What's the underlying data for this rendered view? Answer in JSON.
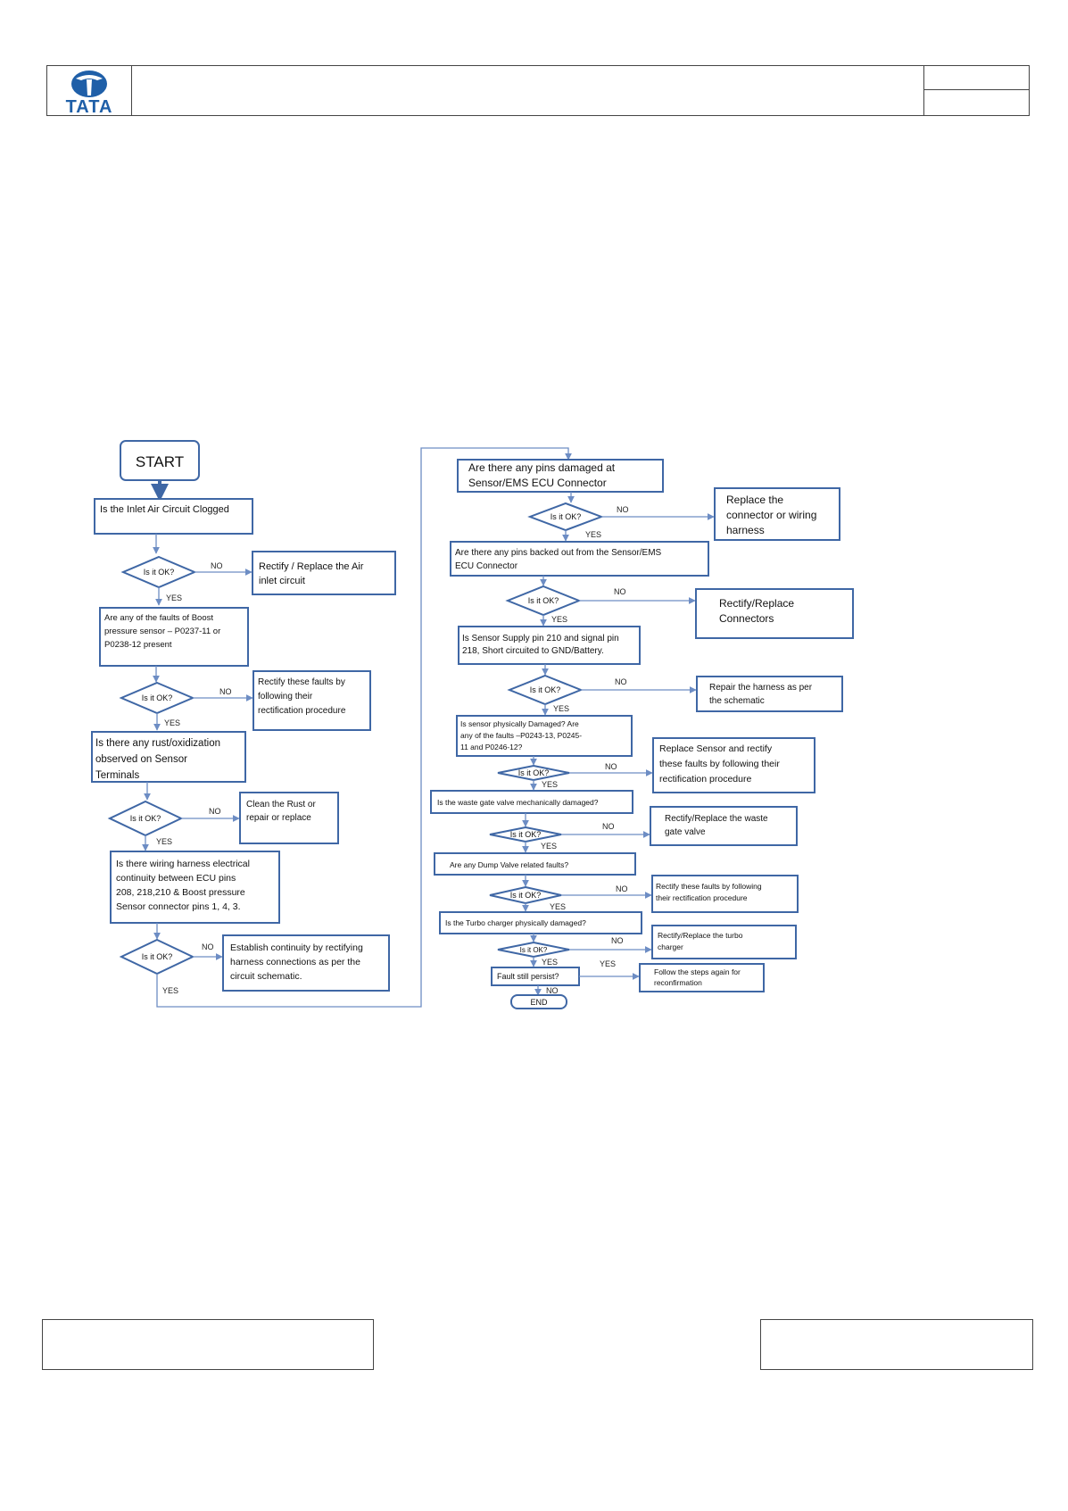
{
  "header": {
    "logo_text": "TATA"
  },
  "flow": {
    "start": "START",
    "end": "END",
    "yes": "YES",
    "no": "NO",
    "ok_question": "Is it OK?",
    "left": {
      "q1": [
        "Is the Inlet Air Circuit Clogged"
      ],
      "r1": [
        "Rectify / Replace the Air",
        "inlet circuit"
      ],
      "q2": [
        "Are any of the faults of Boost",
        "pressure sensor – P0237-11 or",
        "P0238-12 present"
      ],
      "r2": [
        "Rectify these faults by",
        "following their",
        "rectification procedure"
      ],
      "q3": [
        "Is there any rust/oxidization",
        "observed on Sensor",
        "Terminals"
      ],
      "r3": [
        "Clean the Rust or",
        "repair or replace"
      ],
      "q4": [
        "Is there wiring harness electrical",
        "continuity between ECU pins",
        "208, 218,210 & Boost pressure",
        "Sensor connector pins 1, 4, 3."
      ],
      "r4": [
        "Establish continuity by rectifying",
        "harness connections as per the",
        "circuit schematic."
      ]
    },
    "right": {
      "q5": [
        "Are there any pins damaged at",
        "Sensor/EMS ECU Connector"
      ],
      "r5": [
        "Replace the",
        "connector or wiring",
        "harness"
      ],
      "q6": [
        "Are there any pins backed out from the Sensor/EMS",
        "ECU Connector"
      ],
      "r6": [
        "Rectify/Replace",
        "Connectors"
      ],
      "q7": [
        "Is Sensor Supply pin 210 and signal pin",
        "218, Short circuited to GND/Battery."
      ],
      "r7": [
        "Repair the harness as per",
        "the schematic"
      ],
      "q8": [
        "Is sensor physically Damaged? Are",
        "any of the faults –P0243-13, P0245-",
        "11 and P0246-12?"
      ],
      "r8": [
        "Replace Sensor and rectify",
        "these faults by following their",
        "rectification procedure"
      ],
      "q9": [
        "Is the waste gate valve mechanically damaged?"
      ],
      "r9": [
        "Rectify/Replace the waste",
        "gate valve"
      ],
      "q10": [
        "Are any Dump Valve related faults?"
      ],
      "r10": [
        "Rectify these faults by following",
        "their rectification procedure"
      ],
      "q11": [
        "Is the Turbo charger physically damaged?"
      ],
      "r11": [
        "Rectify/Replace the turbo",
        "charger"
      ],
      "q12": [
        "Fault still persist?"
      ],
      "r12": [
        "Follow the steps again for",
        "reconfirmation"
      ]
    }
  }
}
